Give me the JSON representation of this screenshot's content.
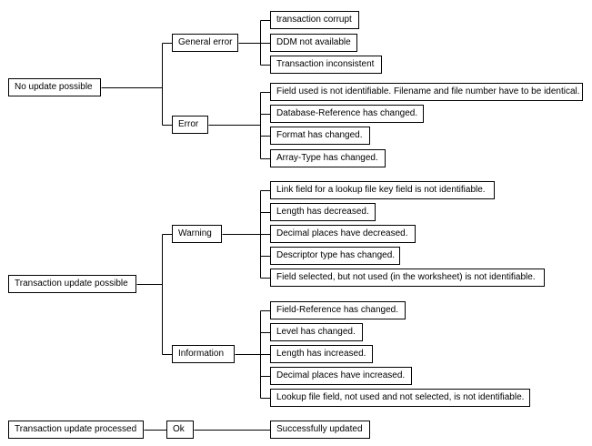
{
  "diagram": {
    "groups": [
      {
        "label": "No update possible",
        "branches": [
          {
            "label": "General error",
            "leaves": [
              "transaction corrupt",
              "DDM not available",
              "Transaction inconsistent"
            ]
          },
          {
            "label": "Error",
            "leaves": [
              "Field used is not identifiable. Filename and file number have to be identical.",
              "Database-Reference has changed.",
              "Format has changed.",
              "Array-Type has changed."
            ]
          }
        ]
      },
      {
        "label": "Transaction update possible",
        "branches": [
          {
            "label": "Warning",
            "leaves": [
              "Link field for a lookup file key field is not identifiable.",
              "Length has decreased.",
              "Decimal places have decreased.",
              "Descriptor type has changed.",
              "Field selected, but not used (in the worksheet) is not identifiable."
            ]
          },
          {
            "label": "Information",
            "leaves": [
              "Field-Reference has changed.",
              "Level has changed.",
              "Length has increased.",
              "Decimal places have increased.",
              "Lookup file field, not used and not selected, is not identifiable."
            ]
          }
        ]
      },
      {
        "label": "Transaction update processed",
        "branches": [
          {
            "label": "Ok",
            "leaves": [
              "Successfully updated"
            ]
          }
        ]
      }
    ]
  }
}
